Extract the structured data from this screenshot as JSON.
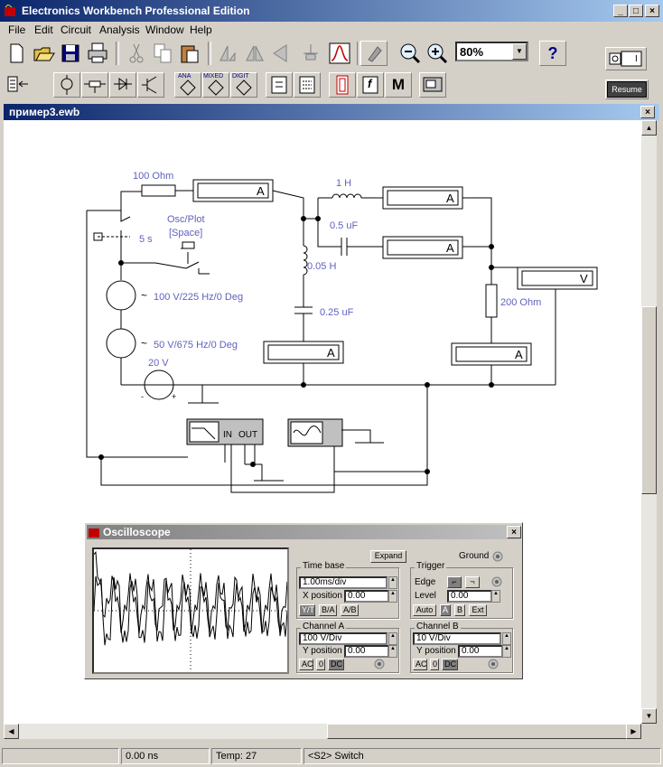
{
  "app": {
    "title": "Electronics Workbench Professional Edition",
    "window_buttons": [
      "_",
      "□",
      "×"
    ]
  },
  "menu": [
    "File",
    "Edit",
    "Circuit",
    "Analysis",
    "Window",
    "Help"
  ],
  "toolbar": {
    "zoom_value": "80%",
    "help_label": "?",
    "power_label": "I",
    "resume_label": "Resume",
    "parts_labels": [
      "ANA",
      "MIXED",
      "DIGIT"
    ],
    "m_label": "M",
    "f_label": "f"
  },
  "document": {
    "title": "пример3.ewb"
  },
  "circuit": {
    "labels": {
      "r1": "100  Ohm",
      "l1": "1 H",
      "c1": "0.5 uF",
      "switch_time": "5 s",
      "osc_plot": "Osc/Plot",
      "space": "[Space]",
      "l2": "0.05 H",
      "c2": "0.25 uF",
      "src1": "100 V/225 Hz/0 Deg",
      "src2": "50 V/675 Hz/0 Deg",
      "dc": "20 V",
      "r2": "200  Ohm",
      "bode_in": "IN",
      "bode_out": "OUT"
    },
    "ammeter_unit": "A",
    "voltmeter_unit": "V"
  },
  "oscilloscope": {
    "title": "Oscilloscope",
    "expand_label": "Expand",
    "ground_label": "Ground",
    "timebase": {
      "label": "Time base",
      "value": "1.00ms/div",
      "xpos_label": "X position",
      "xpos_value": "0.00",
      "modes": [
        "Y/T",
        "B/A",
        "A/B"
      ]
    },
    "trigger": {
      "label": "Trigger",
      "edge_label": "Edge",
      "level_label": "Level",
      "level_value": "0.00",
      "sources": [
        "Auto",
        "A",
        "B",
        "Ext"
      ]
    },
    "channel_a": {
      "label": "Channel A",
      "scale": "100 V/Div",
      "ypos_label": "Y position",
      "ypos_value": "0.00",
      "coupling": [
        "AC",
        "0",
        "DC"
      ]
    },
    "channel_b": {
      "label": "Channel B",
      "scale": "10 V/Div",
      "ypos_label": "Y position",
      "ypos_value": "0.00",
      "coupling": [
        "AC",
        "0",
        "DC"
      ]
    }
  },
  "status": {
    "time": "0.00 ns",
    "temp": "Temp:  27",
    "message": "<S2> Switch"
  },
  "colors": {
    "title_active": "#0a246a",
    "label": "#6060c0",
    "face": "#d4d0c8"
  }
}
